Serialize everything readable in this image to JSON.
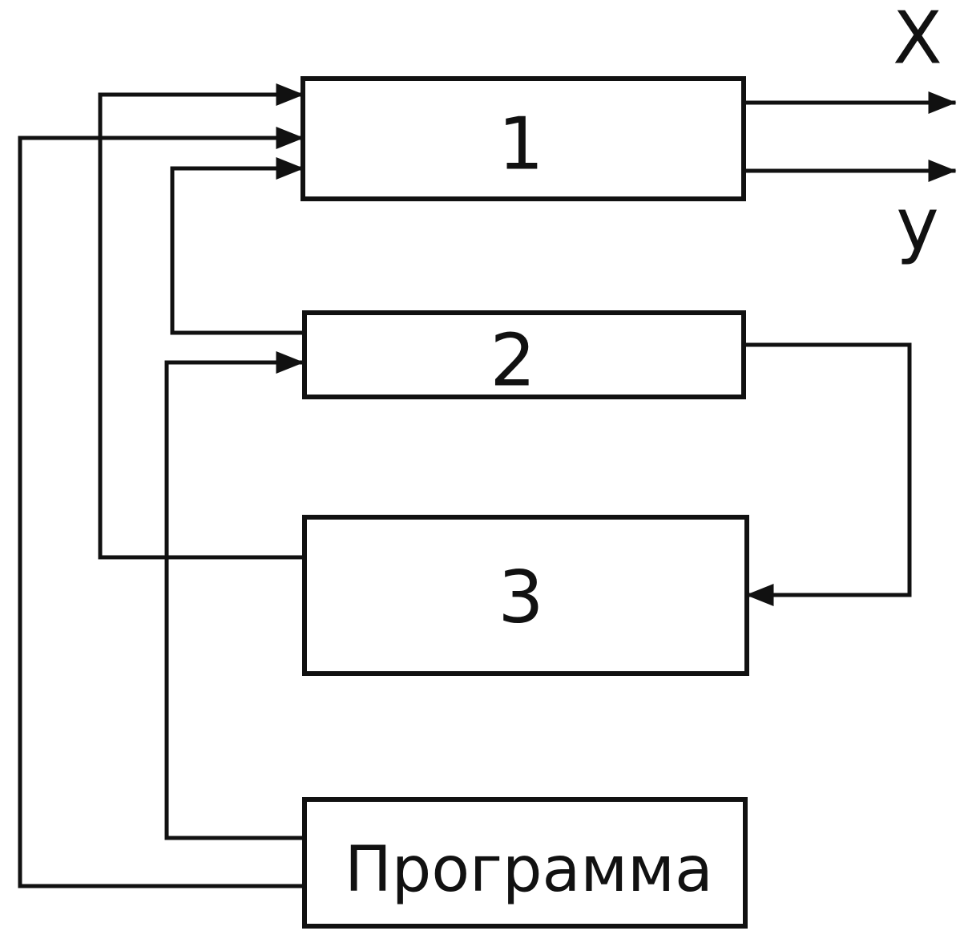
{
  "blocks": {
    "block1": {
      "label": "1"
    },
    "block2": {
      "label": "2"
    },
    "block3": {
      "label": "3"
    },
    "program": {
      "label": "Программа"
    }
  },
  "outputs": {
    "x": {
      "label": "X"
    },
    "y": {
      "label": "y"
    }
  },
  "colors": {
    "ink": "#111111",
    "background": "#ffffff"
  }
}
